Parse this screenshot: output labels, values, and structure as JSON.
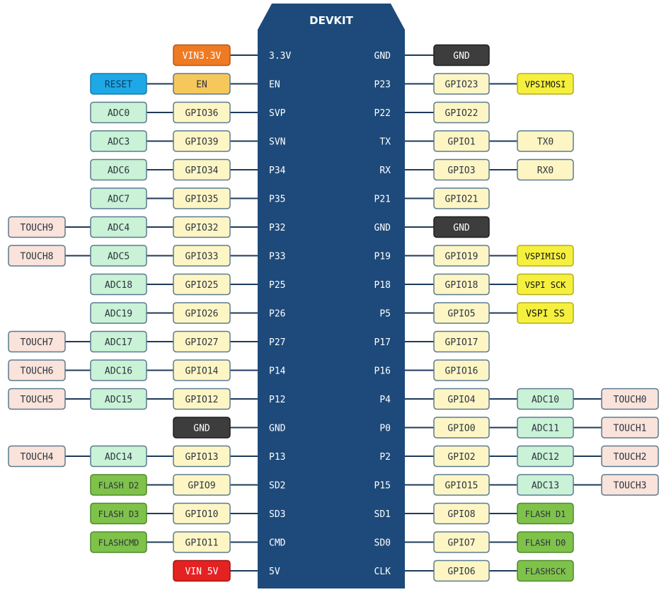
{
  "board": {
    "title": "DEVKIT"
  },
  "colors": {
    "board": "#1d4a7a",
    "board_text": "#ffffff",
    "gpio": "#fdf6c4",
    "adc": "#c9f2d6",
    "touch": "#f9e3da",
    "gnd": "#3d3d3d",
    "vin33": "#ef7a24",
    "en": "#f6c75a",
    "reset": "#1fa8e6",
    "vin5": "#e52222",
    "vspi": "#f5f03e",
    "flash": "#7fc24a",
    "serial": "#fdf6c4"
  },
  "left_pins": [
    {
      "pin": "3.3V",
      "labels": [
        {
          "text": "VIN3.3V",
          "kind": "vin33"
        }
      ]
    },
    {
      "pin": "EN",
      "labels": [
        {
          "text": "EN",
          "kind": "en"
        },
        {
          "text": "RESET",
          "kind": "reset"
        }
      ]
    },
    {
      "pin": "SVP",
      "labels": [
        {
          "text": "GPIO36",
          "kind": "gpio"
        },
        {
          "text": "ADC0",
          "kind": "adc"
        }
      ]
    },
    {
      "pin": "SVN",
      "labels": [
        {
          "text": "GPIO39",
          "kind": "gpio"
        },
        {
          "text": "ADC3",
          "kind": "adc"
        }
      ]
    },
    {
      "pin": "P34",
      "labels": [
        {
          "text": "GPIO34",
          "kind": "gpio"
        },
        {
          "text": "ADC6",
          "kind": "adc"
        }
      ]
    },
    {
      "pin": "P35",
      "labels": [
        {
          "text": "GPIO35",
          "kind": "gpio"
        },
        {
          "text": "ADC7",
          "kind": "adc"
        }
      ]
    },
    {
      "pin": "P32",
      "labels": [
        {
          "text": "GPIO32",
          "kind": "gpio"
        },
        {
          "text": "ADC4",
          "kind": "adc"
        },
        {
          "text": "TOUCH9",
          "kind": "touch"
        }
      ]
    },
    {
      "pin": "P33",
      "labels": [
        {
          "text": "GPIO33",
          "kind": "gpio"
        },
        {
          "text": "ADC5",
          "kind": "adc"
        },
        {
          "text": "TOUCH8",
          "kind": "touch"
        }
      ]
    },
    {
      "pin": "P25",
      "labels": [
        {
          "text": "GPIO25",
          "kind": "gpio"
        },
        {
          "text": "ADC18",
          "kind": "adc"
        }
      ]
    },
    {
      "pin": "P26",
      "labels": [
        {
          "text": "GPIO26",
          "kind": "gpio"
        },
        {
          "text": "ADC19",
          "kind": "adc"
        }
      ]
    },
    {
      "pin": "P27",
      "labels": [
        {
          "text": "GPIO27",
          "kind": "gpio"
        },
        {
          "text": "ADC17",
          "kind": "adc"
        },
        {
          "text": "TOUCH7",
          "kind": "touch"
        }
      ]
    },
    {
      "pin": "P14",
      "labels": [
        {
          "text": "GPIO14",
          "kind": "gpio"
        },
        {
          "text": "ADC16",
          "kind": "adc"
        },
        {
          "text": "TOUCH6",
          "kind": "touch"
        }
      ]
    },
    {
      "pin": "P12",
      "labels": [
        {
          "text": "GPIO12",
          "kind": "gpio"
        },
        {
          "text": "ADC15",
          "kind": "adc"
        },
        {
          "text": "TOUCH5",
          "kind": "touch"
        }
      ]
    },
    {
      "pin": "GND",
      "labels": [
        {
          "text": "GND",
          "kind": "gnd"
        }
      ]
    },
    {
      "pin": "P13",
      "labels": [
        {
          "text": "GPIO13",
          "kind": "gpio"
        },
        {
          "text": "ADC14",
          "kind": "adc"
        },
        {
          "text": "TOUCH4",
          "kind": "touch"
        }
      ]
    },
    {
      "pin": "SD2",
      "labels": [
        {
          "text": "GPIO9",
          "kind": "gpio"
        },
        {
          "text": "FLASH D2",
          "kind": "flash"
        }
      ]
    },
    {
      "pin": "SD3",
      "labels": [
        {
          "text": "GPIO10",
          "kind": "gpio"
        },
        {
          "text": "FLASH D3",
          "kind": "flash"
        }
      ]
    },
    {
      "pin": "CMD",
      "labels": [
        {
          "text": "GPIO11",
          "kind": "gpio"
        },
        {
          "text": "FLASHCMD",
          "kind": "flash"
        }
      ]
    },
    {
      "pin": "5V",
      "labels": [
        {
          "text": "VIN 5V",
          "kind": "vin5"
        }
      ]
    }
  ],
  "right_pins": [
    {
      "pin": "GND",
      "labels": [
        {
          "text": "GND",
          "kind": "gnd"
        }
      ]
    },
    {
      "pin": "P23",
      "labels": [
        {
          "text": "GPIO23",
          "kind": "gpio"
        },
        {
          "text": "VPSIMOSI",
          "kind": "vspi"
        }
      ]
    },
    {
      "pin": "P22",
      "labels": [
        {
          "text": "GPIO22",
          "kind": "gpio"
        }
      ]
    },
    {
      "pin": "TX",
      "labels": [
        {
          "text": "GPIO1",
          "kind": "gpio"
        },
        {
          "text": "TX0",
          "kind": "serial"
        }
      ]
    },
    {
      "pin": "RX",
      "labels": [
        {
          "text": "GPIO3",
          "kind": "gpio"
        },
        {
          "text": "RX0",
          "kind": "serial"
        }
      ]
    },
    {
      "pin": "P21",
      "labels": [
        {
          "text": "GPIO21",
          "kind": "gpio"
        }
      ]
    },
    {
      "pin": "GND",
      "labels": [
        {
          "text": "GND",
          "kind": "gnd"
        }
      ]
    },
    {
      "pin": "P19",
      "labels": [
        {
          "text": "GPIO19",
          "kind": "gpio"
        },
        {
          "text": "VSPIMISO",
          "kind": "vspi"
        }
      ]
    },
    {
      "pin": "P18",
      "labels": [
        {
          "text": "GPIO18",
          "kind": "gpio"
        },
        {
          "text": "VSPI SCK",
          "kind": "vspi"
        }
      ]
    },
    {
      "pin": "P5",
      "labels": [
        {
          "text": "GPIO5",
          "kind": "gpio"
        },
        {
          "text": "VSPI SS",
          "kind": "vspi"
        }
      ]
    },
    {
      "pin": "P17",
      "labels": [
        {
          "text": "GPIO17",
          "kind": "gpio"
        }
      ]
    },
    {
      "pin": "P16",
      "labels": [
        {
          "text": "GPIO16",
          "kind": "gpio"
        }
      ]
    },
    {
      "pin": "P4",
      "labels": [
        {
          "text": "GPIO4",
          "kind": "gpio"
        },
        {
          "text": "ADC10",
          "kind": "adc"
        },
        {
          "text": "TOUCH0",
          "kind": "touch"
        }
      ]
    },
    {
      "pin": "P0",
      "labels": [
        {
          "text": "GPIO0",
          "kind": "gpio"
        },
        {
          "text": "ADC11",
          "kind": "adc"
        },
        {
          "text": "TOUCH1",
          "kind": "touch"
        }
      ]
    },
    {
      "pin": "P2",
      "labels": [
        {
          "text": "GPIO2",
          "kind": "gpio"
        },
        {
          "text": "ADC12",
          "kind": "adc"
        },
        {
          "text": "TOUCH2",
          "kind": "touch"
        }
      ]
    },
    {
      "pin": "P15",
      "labels": [
        {
          "text": "GPIO15",
          "kind": "gpio"
        },
        {
          "text": "ADC13",
          "kind": "adc"
        },
        {
          "text": "TOUCH3",
          "kind": "touch"
        }
      ]
    },
    {
      "pin": "SD1",
      "labels": [
        {
          "text": "GPIO8",
          "kind": "gpio"
        },
        {
          "text": "FLASH D1",
          "kind": "flash"
        }
      ]
    },
    {
      "pin": "SD0",
      "labels": [
        {
          "text": "GPIO7",
          "kind": "gpio"
        },
        {
          "text": "FLASH D0",
          "kind": "flash"
        }
      ]
    },
    {
      "pin": "CLK",
      "labels": [
        {
          "text": "GPIO6",
          "kind": "gpio"
        },
        {
          "text": "FLASHSCK",
          "kind": "flash"
        }
      ]
    }
  ]
}
